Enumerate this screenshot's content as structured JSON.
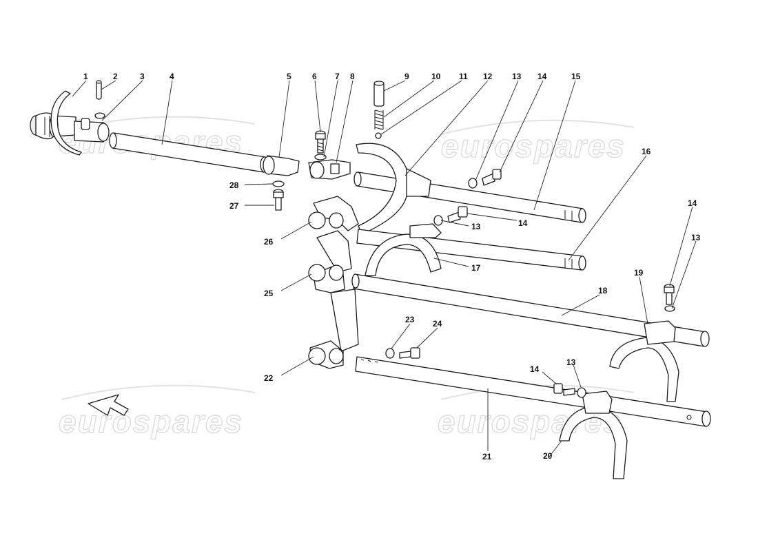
{
  "diagram": {
    "watermark_text": "eurospares",
    "callouts": [
      {
        "id": "c1",
        "label": "1"
      },
      {
        "id": "c2",
        "label": "2"
      },
      {
        "id": "c3",
        "label": "3"
      },
      {
        "id": "c4",
        "label": "4"
      },
      {
        "id": "c5",
        "label": "5"
      },
      {
        "id": "c6",
        "label": "6"
      },
      {
        "id": "c7",
        "label": "7"
      },
      {
        "id": "c8",
        "label": "8"
      },
      {
        "id": "c9",
        "label": "9"
      },
      {
        "id": "c10",
        "label": "10"
      },
      {
        "id": "c11",
        "label": "11"
      },
      {
        "id": "c12",
        "label": "12"
      },
      {
        "id": "c13a",
        "label": "13"
      },
      {
        "id": "c14a",
        "label": "14"
      },
      {
        "id": "c15",
        "label": "15"
      },
      {
        "id": "c16",
        "label": "16"
      },
      {
        "id": "c14b",
        "label": "14"
      },
      {
        "id": "c13b",
        "label": "13"
      },
      {
        "id": "c14c",
        "label": "14"
      },
      {
        "id": "c13c",
        "label": "13"
      },
      {
        "id": "c17",
        "label": "17"
      },
      {
        "id": "c18",
        "label": "18"
      },
      {
        "id": "c19",
        "label": "19"
      },
      {
        "id": "c20",
        "label": "20"
      },
      {
        "id": "c21",
        "label": "21"
      },
      {
        "id": "c22",
        "label": "22"
      },
      {
        "id": "c23",
        "label": "23"
      },
      {
        "id": "c24",
        "label": "24"
      },
      {
        "id": "c25",
        "label": "25"
      },
      {
        "id": "c26",
        "label": "26"
      },
      {
        "id": "c27",
        "label": "27"
      },
      {
        "id": "c28",
        "label": "28"
      },
      {
        "id": "c14d",
        "label": "14"
      },
      {
        "id": "c13d",
        "label": "13"
      }
    ]
  }
}
